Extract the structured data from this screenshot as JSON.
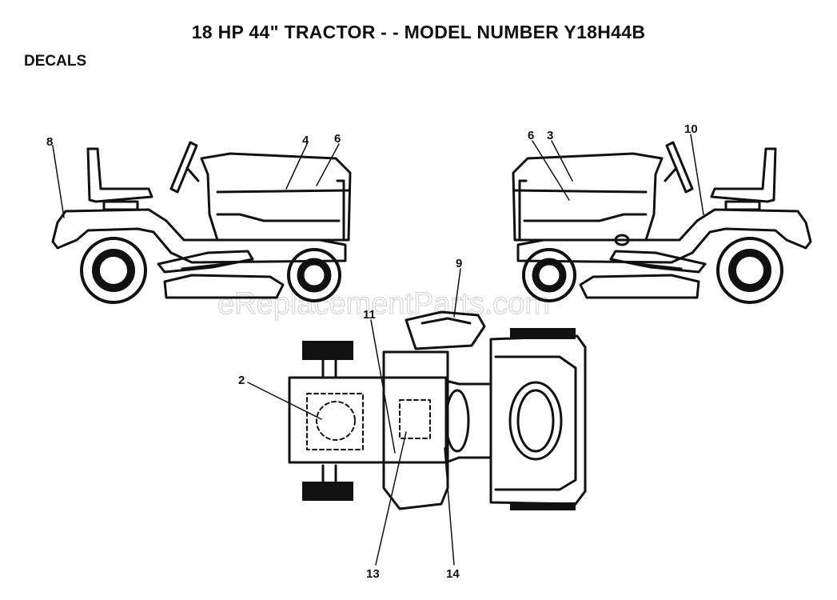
{
  "header": {
    "title": "18 HP 44\" TRACTOR - - MODEL NUMBER Y18H44B",
    "section": "DECALS"
  },
  "watermark": "eReplacementParts.com",
  "callouts": {
    "c8": "8",
    "c4": "4",
    "c6_left": "6",
    "c6_right": "6",
    "c3": "3",
    "c10": "10",
    "c9": "9",
    "c11": "11",
    "c2": "2",
    "c13": "13",
    "c14": "14"
  }
}
